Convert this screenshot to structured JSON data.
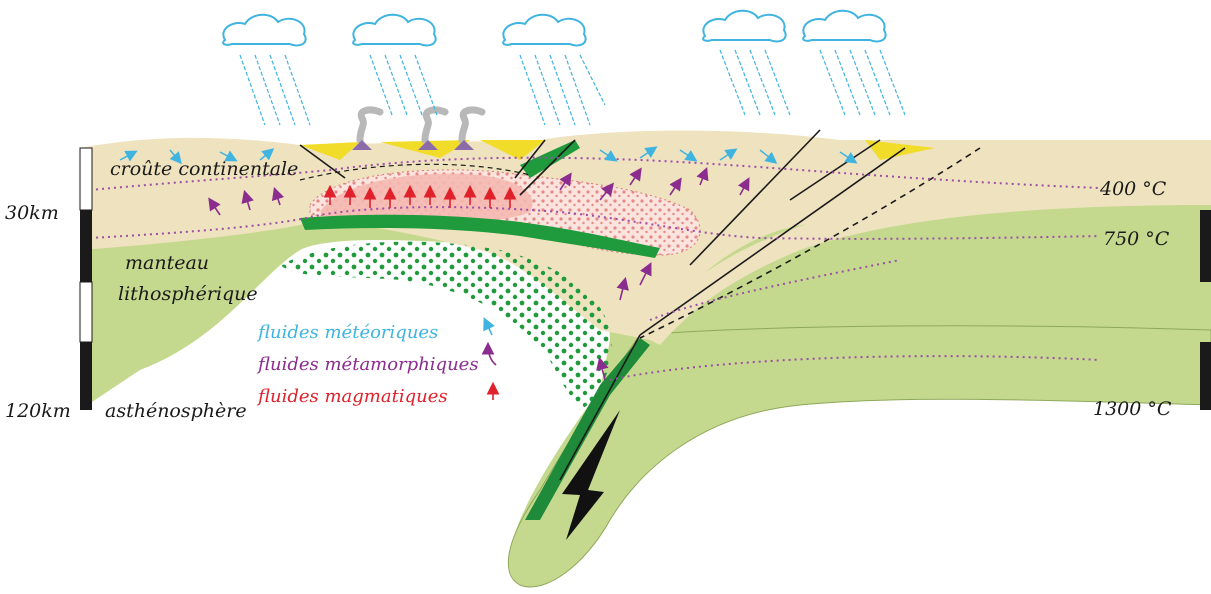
{
  "depth_scale": {
    "top_label": "30km",
    "bottom_label": "120km"
  },
  "layers": {
    "crust": "croûte continentale",
    "mantle_line1": "manteau",
    "mantle_line2": "lithosphérique",
    "asthenosphere": "asthénosphère"
  },
  "isotherms": {
    "t400": "400 °C",
    "t750": "750 °C",
    "t1300": "1300 °C"
  },
  "legend": {
    "meteoric": "fluides météoriques",
    "metamorphic": "fluides métamorphiques",
    "magmatic": "fluides magmatiques"
  },
  "colors": {
    "meteoric": "#3fb4e0",
    "metamorphic": "#8b2c8f",
    "magmatic": "#e0202a",
    "crust": "#efe3bf",
    "mantle": "#c5d98e",
    "eclogite": "#1f8a3a",
    "sediment": "#f2dc2a",
    "melt": "#f4b8b0"
  },
  "icons": [
    "cloud-icon",
    "rain-icon",
    "volcano-smoke-icon",
    "fluid-arrow-icon"
  ]
}
